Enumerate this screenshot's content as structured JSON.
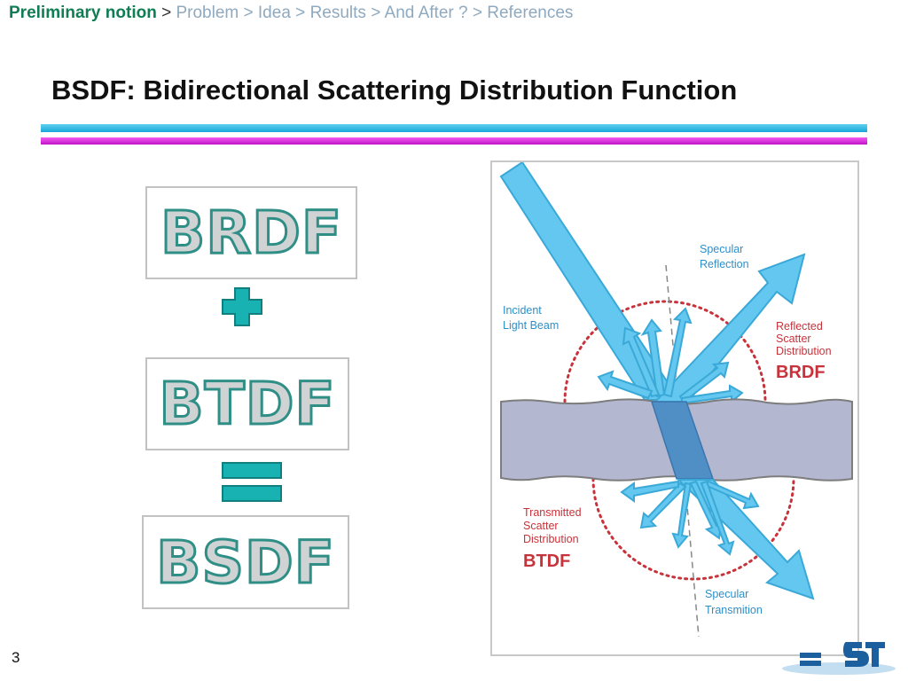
{
  "breadcrumb": {
    "active": "Preliminary notion",
    "separator": ">",
    "items": [
      "Problem",
      "Idea",
      "Results",
      "And After ?",
      "References"
    ]
  },
  "title": "BSDF: Bidirectional Scattering Distribution Function",
  "equation": {
    "term1": "BRDF",
    "operator_plus": "+",
    "term2": "BTDF",
    "operator_equals": "=",
    "result": "BSDF"
  },
  "figure": {
    "labels": {
      "incident": [
        "Incident",
        "Light Beam"
      ],
      "specular_reflection": [
        "Specular",
        "Reflection"
      ],
      "reflected_scatter": [
        "Reflected",
        "Scatter",
        "Distribution"
      ],
      "brdf": "BRDF",
      "transmitted_scatter": [
        "Transmitted",
        "Scatter",
        "Distribution"
      ],
      "btdf": "BTDF",
      "specular_transmission": [
        "Specular",
        "Transmition"
      ]
    }
  },
  "page_number": "3",
  "colors": {
    "breadcrumb_active": "#0f7d55",
    "breadcrumb_inactive": "#8fa9bf",
    "rule_cyan": "#1aa8d8",
    "rule_magenta": "#c819cc",
    "teal": "#19b2b2",
    "beam": "#63c7ef",
    "material": "#b3b7d0",
    "label_blue": "#2e8fc8",
    "label_red": "#c8323a"
  }
}
